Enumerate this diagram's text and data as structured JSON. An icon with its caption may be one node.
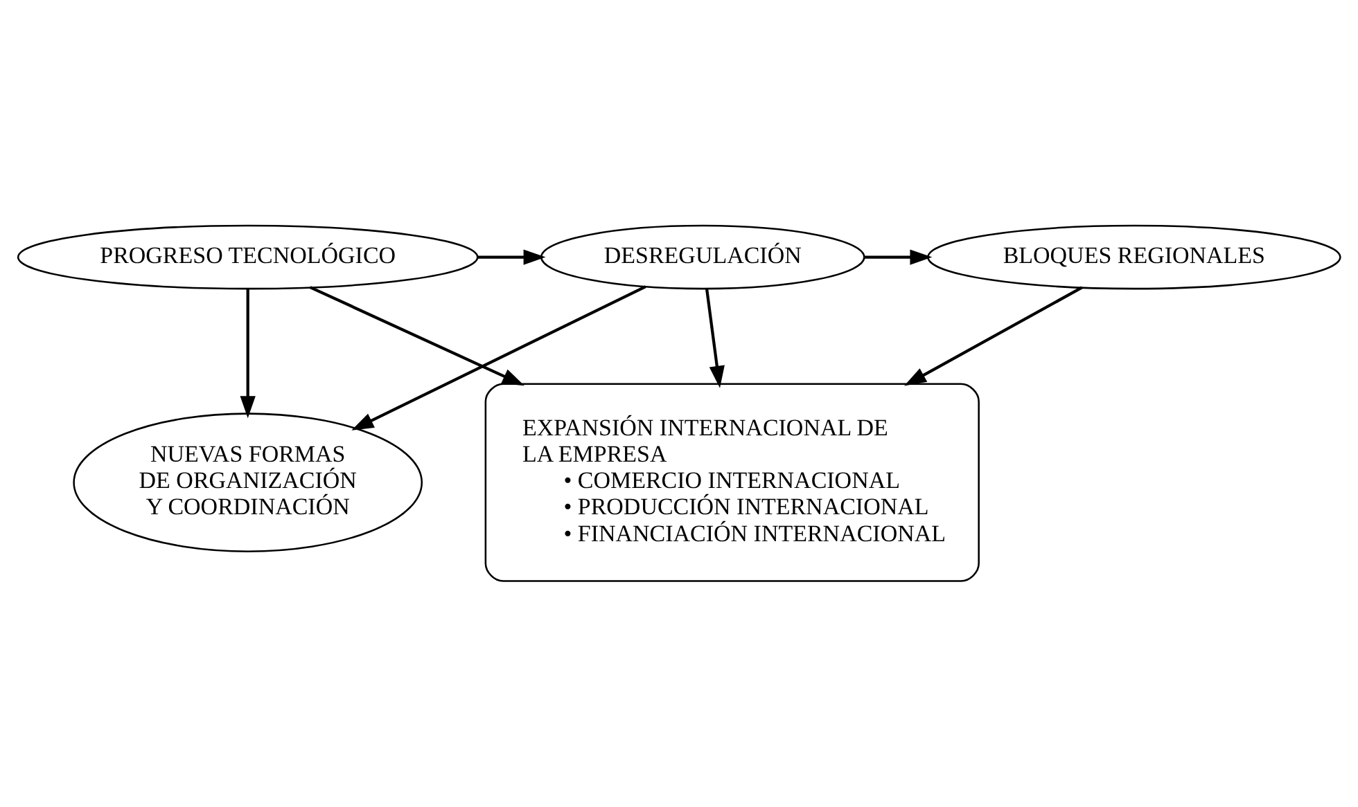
{
  "diagram": {
    "nodes": [
      {
        "text": [
          "PROGRESO TECNOLÓGICO"
        ]
      },
      {
        "text": [
          "DESREGULACIÓN"
        ]
      },
      {
        "text": [
          "BLOQUES REGIONALES"
        ]
      },
      {
        "text": [
          "NUEVAS FORMAS DE ORGANIZACIÓN Y COORDINACIÓN"
        ]
      },
      {
        "text": [
          "EXPANSIÓN INTERNACIONAL DE LA EMPRESA",
          "• COMERCIO INTERNACIONAL",
          "• PRODUCCIÓN INTERNACIONAL",
          "• FINANCIACIÓN INTERNACIONAL"
        ]
      }
    ],
    "edges": [
      {
        "from": 0,
        "to": 1,
        "arrow": "to"
      },
      {
        "from": 1,
        "to": 2,
        "arrow": "to"
      },
      {
        "from": 0,
        "to": 3,
        "arrow": "to"
      },
      {
        "from": 0,
        "to": 4,
        "arrow": "to"
      },
      {
        "from": 1,
        "to": 3,
        "arrow": "to"
      },
      {
        "from": 1,
        "to": 4,
        "arrow": "to"
      },
      {
        "from": 2,
        "to": 4,
        "arrow": "to"
      }
    ]
  }
}
